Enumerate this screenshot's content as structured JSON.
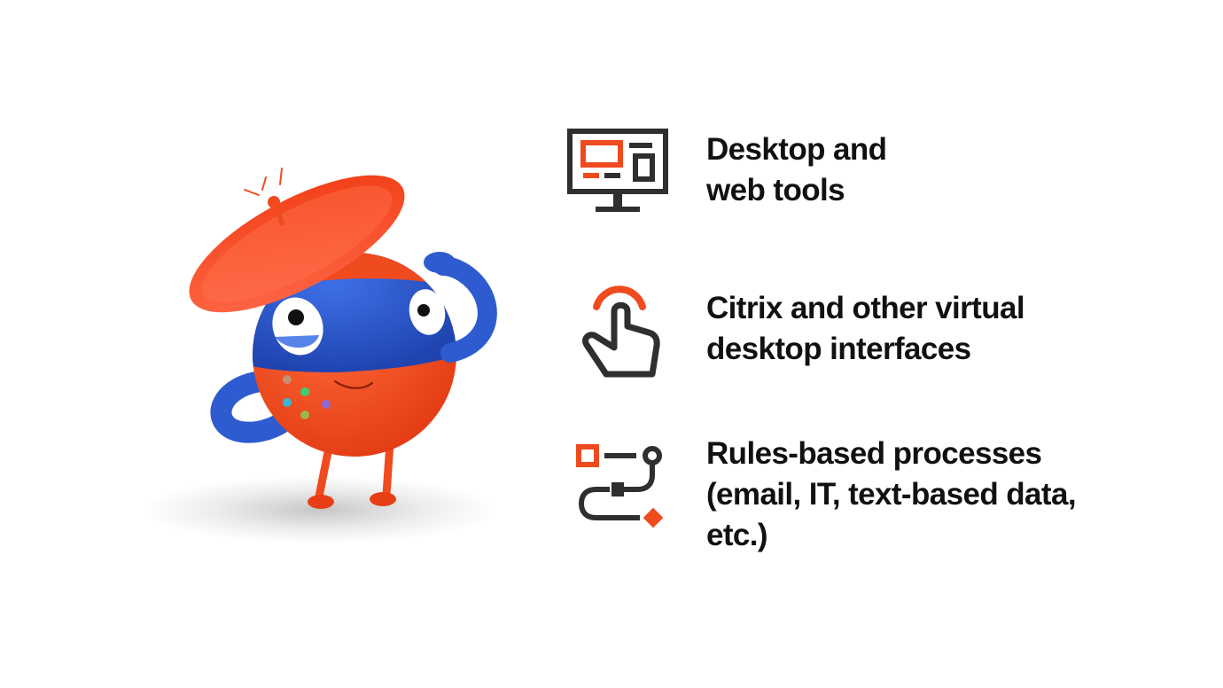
{
  "colors": {
    "accent": "#f04a1f",
    "icon_dark": "#2f2f2f",
    "mascot_blue": "#2f5bd0",
    "mascot_orange": "#f2481f",
    "text": "#111111"
  },
  "features": [
    {
      "icon": "desktop-monitor-icon",
      "lines": [
        "Desktop and",
        "web tools"
      ]
    },
    {
      "icon": "touch-pointer-icon",
      "lines": [
        "Citrix and other virtual",
        "desktop interfaces"
      ]
    },
    {
      "icon": "process-flow-icon",
      "lines": [
        "Rules-based processes",
        "(email, IT, text-based data,",
        "etc.)"
      ]
    }
  ]
}
